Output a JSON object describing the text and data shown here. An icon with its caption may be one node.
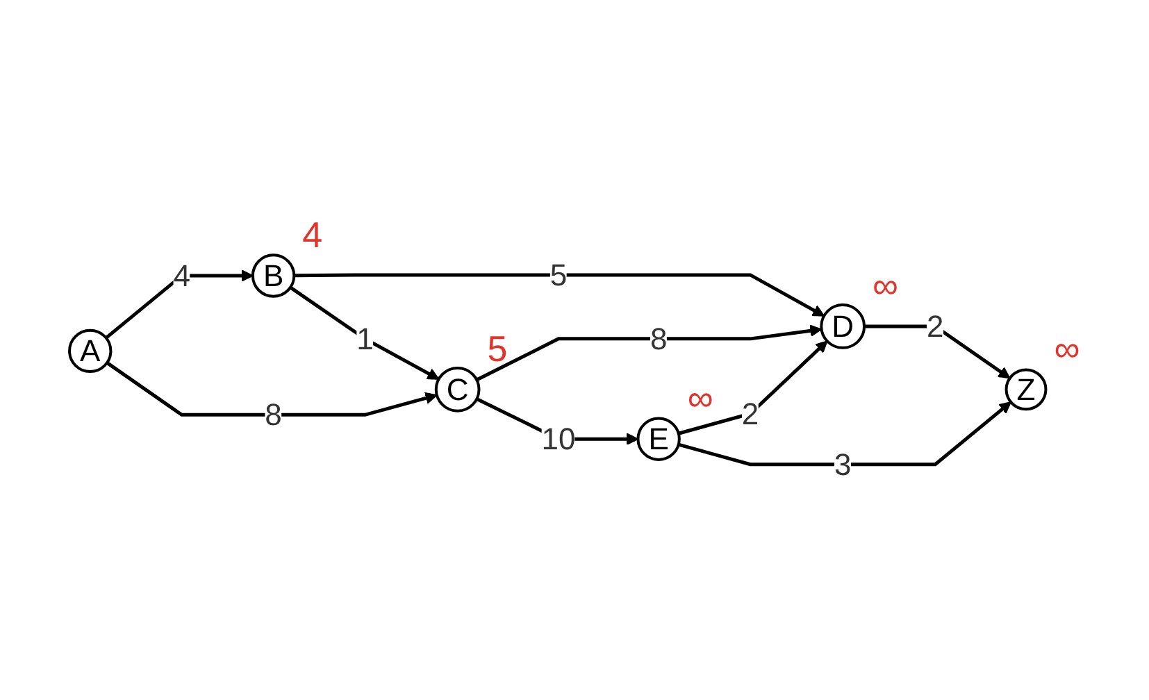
{
  "diagram": {
    "nodes": [
      {
        "text": [
          "A"
        ]
      },
      {
        "text": [
          "B"
        ],
        "beside": [
          "4"
        ]
      },
      {
        "text": [
          "C"
        ],
        "beside": [
          "5"
        ]
      },
      {
        "text": [
          "D"
        ],
        "beside": [
          "∞"
        ]
      },
      {
        "text": [
          "E"
        ],
        "beside": [
          "∞"
        ]
      },
      {
        "text": [
          "Z"
        ],
        "beside": [
          "∞"
        ]
      }
    ],
    "edges": [
      {
        "from": 0,
        "to": 1,
        "arrow": "to",
        "label": "4"
      },
      {
        "from": 0,
        "to": 2,
        "arrow": "to",
        "label": "8"
      },
      {
        "from": 1,
        "to": 3,
        "arrow": "to",
        "label": "5"
      },
      {
        "from": 1,
        "to": 2,
        "arrow": "to",
        "label": "1"
      },
      {
        "from": 2,
        "to": 3,
        "arrow": "to",
        "label": "8"
      },
      {
        "from": 2,
        "to": 4,
        "arrow": "to",
        "label": "10"
      },
      {
        "from": 4,
        "to": 3,
        "arrow": "to",
        "label": "2"
      },
      {
        "from": 3,
        "to": 5,
        "arrow": "to",
        "label": "2"
      },
      {
        "from": 4,
        "to": 5,
        "arrow": "to",
        "label": "3"
      }
    ]
  }
}
